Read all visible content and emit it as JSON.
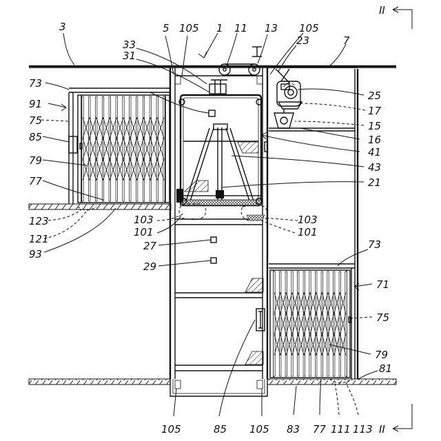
{
  "section_marks": {
    "top": "II",
    "bottom": "II"
  },
  "reference_numerals": {
    "r3": "3",
    "r5": "5",
    "r105_top": "105",
    "r1": "1",
    "r11": "11",
    "r13": "13",
    "r105_top_right": "105",
    "r23": "23",
    "r7": "7",
    "r33": "33",
    "r31": "31",
    "r73_left": "73",
    "r91": "91",
    "r75_left": "75",
    "r85_left": "85",
    "r79_left": "79",
    "r77_left": "77",
    "r123": "123",
    "r121": "121",
    "r93": "93",
    "r25": "25",
    "r17": "17",
    "r15": "15",
    "r16": "16",
    "r41": "41",
    "r43": "43",
    "r21": "21",
    "r103_left": "103",
    "r101_left": "101",
    "r103_right": "103",
    "r101_right": "101",
    "r27": "27",
    "r29": "29",
    "r73_right": "73",
    "r71": "71",
    "r75_right": "75",
    "r79_right": "79",
    "r81": "81",
    "r105_bottom_left": "105",
    "r85_bottom": "85",
    "r105_bottom_right": "105",
    "r83": "83",
    "r77_bottom": "77",
    "r111": "111",
    "r113": "113"
  }
}
